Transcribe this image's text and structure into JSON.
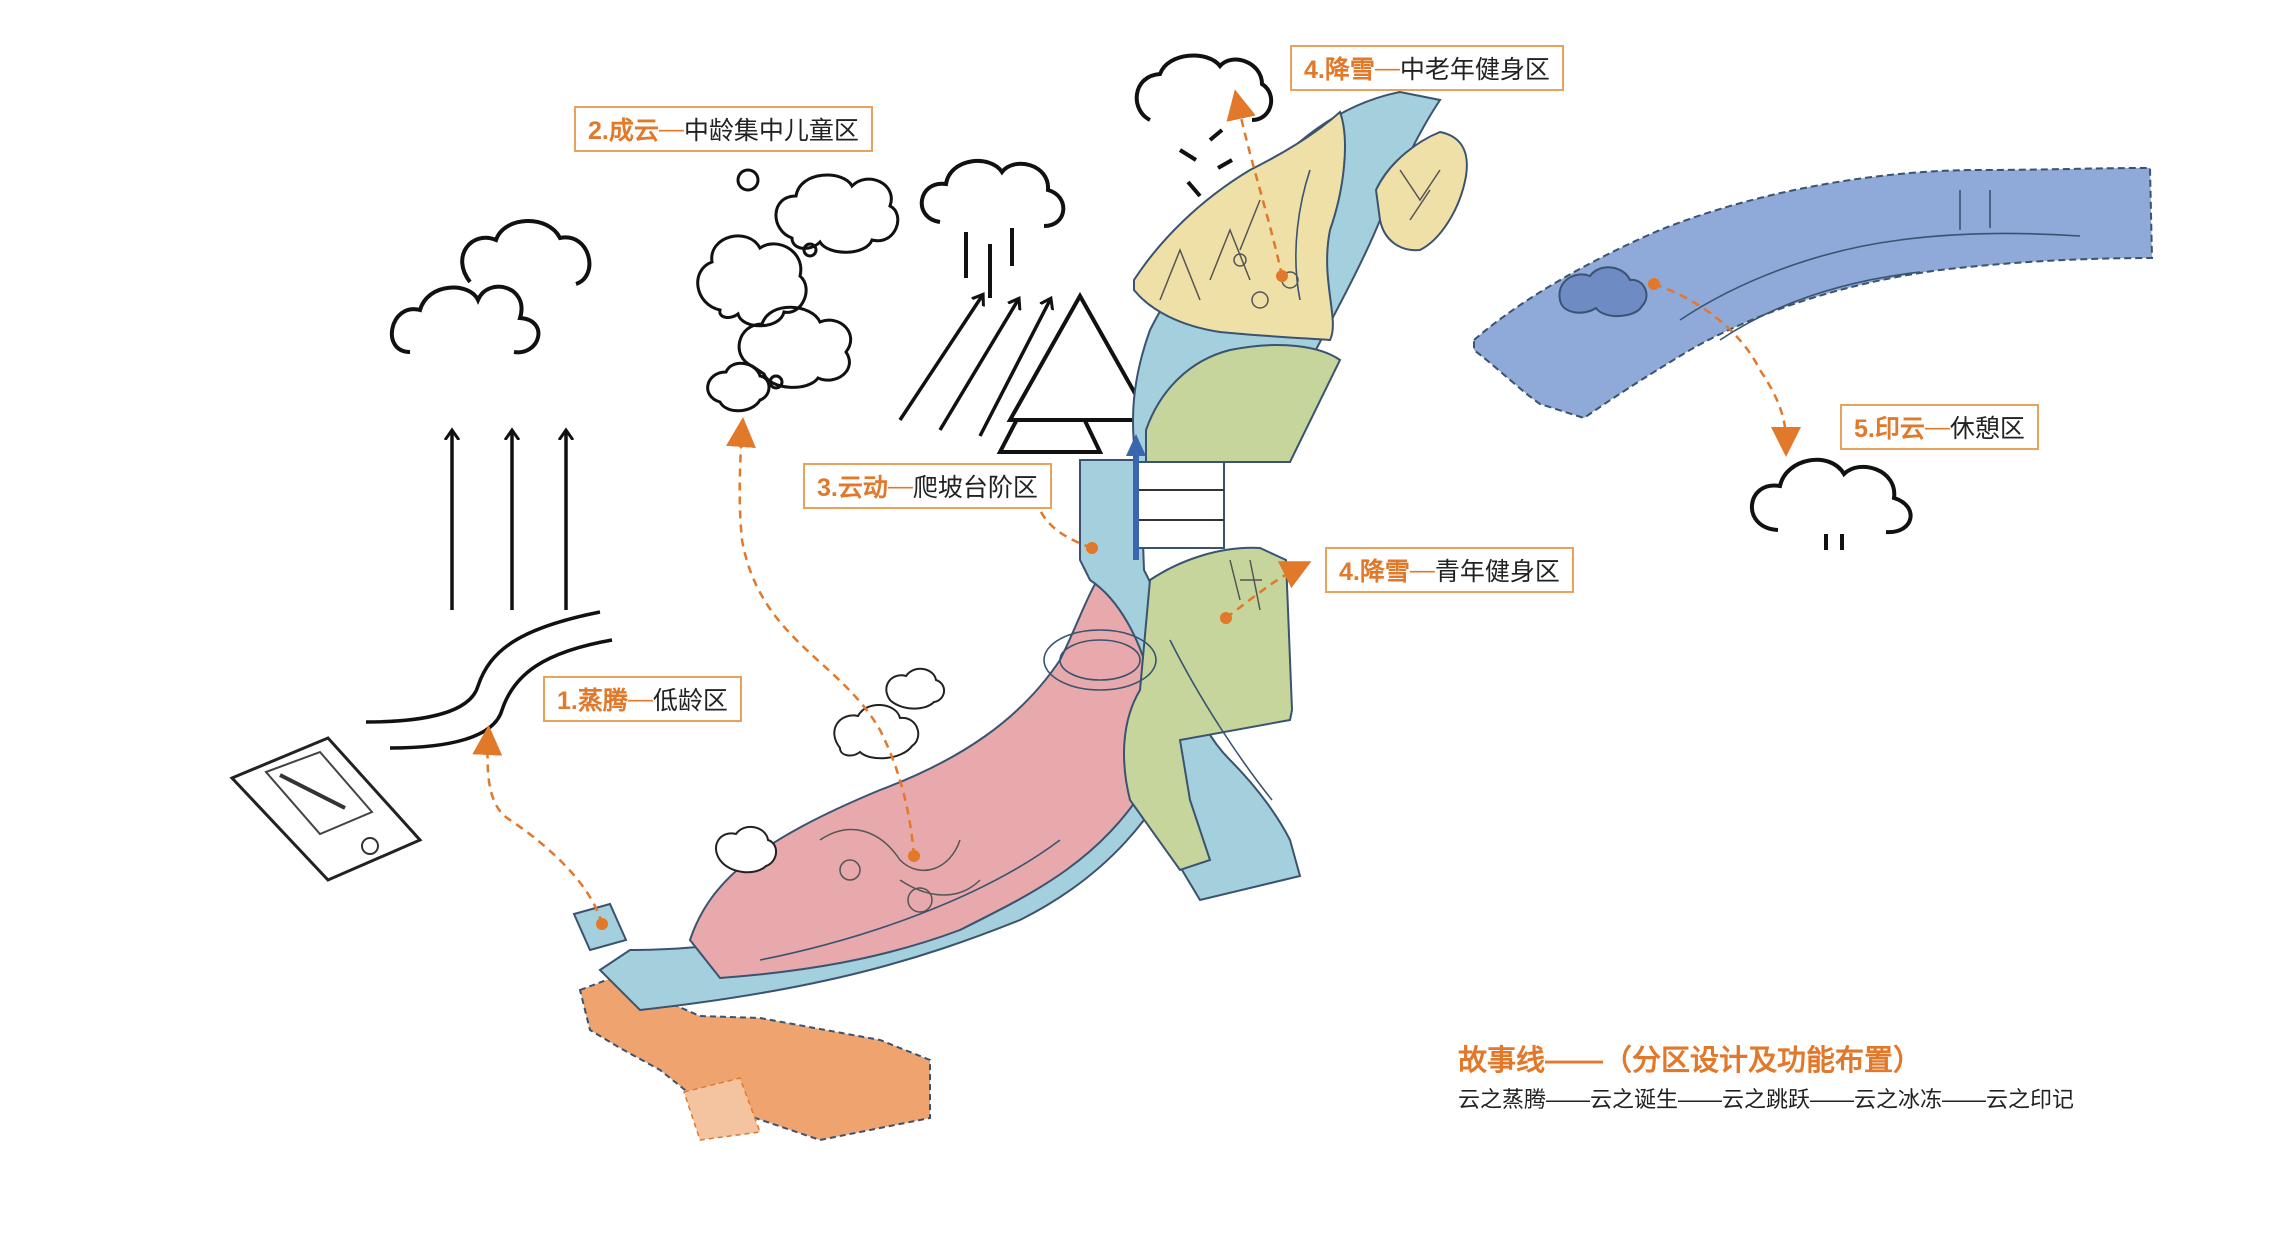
{
  "labels": {
    "zone1": {
      "num": "1.蒸腾",
      "sep": "—",
      "text": "低龄区"
    },
    "zone2": {
      "num": "2.成云",
      "sep": "—",
      "text": "中龄集中儿童区"
    },
    "zone3": {
      "num": "3.云动",
      "sep": "—",
      "text": "爬坡台阶区"
    },
    "zone4a": {
      "num": "4.降雪",
      "sep": "—",
      "text": "中老年健身区"
    },
    "zone4b": {
      "num": "4.降雪",
      "sep": "—",
      "text": "青年健身区"
    },
    "zone5": {
      "num": "5.印云",
      "sep": "—",
      "text": "休憩区"
    }
  },
  "story": {
    "title": "故事线——（分区设计及功能布置）",
    "line": "云之蒸腾——云之诞生——云之跳跃——云之冰冻——云之印记"
  },
  "colors": {
    "accent": "#e2782a",
    "pink_zone": "#e8a9ad",
    "blue_path": "#a4cfdc",
    "yellow_zone": "#efe0a8",
    "green_zone": "#c6d59c",
    "orange_zone": "#efa46f",
    "rest_zone": "#8fa9d8",
    "outline": "#3a5370"
  },
  "icons": [
    "cloud-icon",
    "arrow-up-icon",
    "triangle-icon",
    "rain-icon",
    "snow-icon"
  ]
}
